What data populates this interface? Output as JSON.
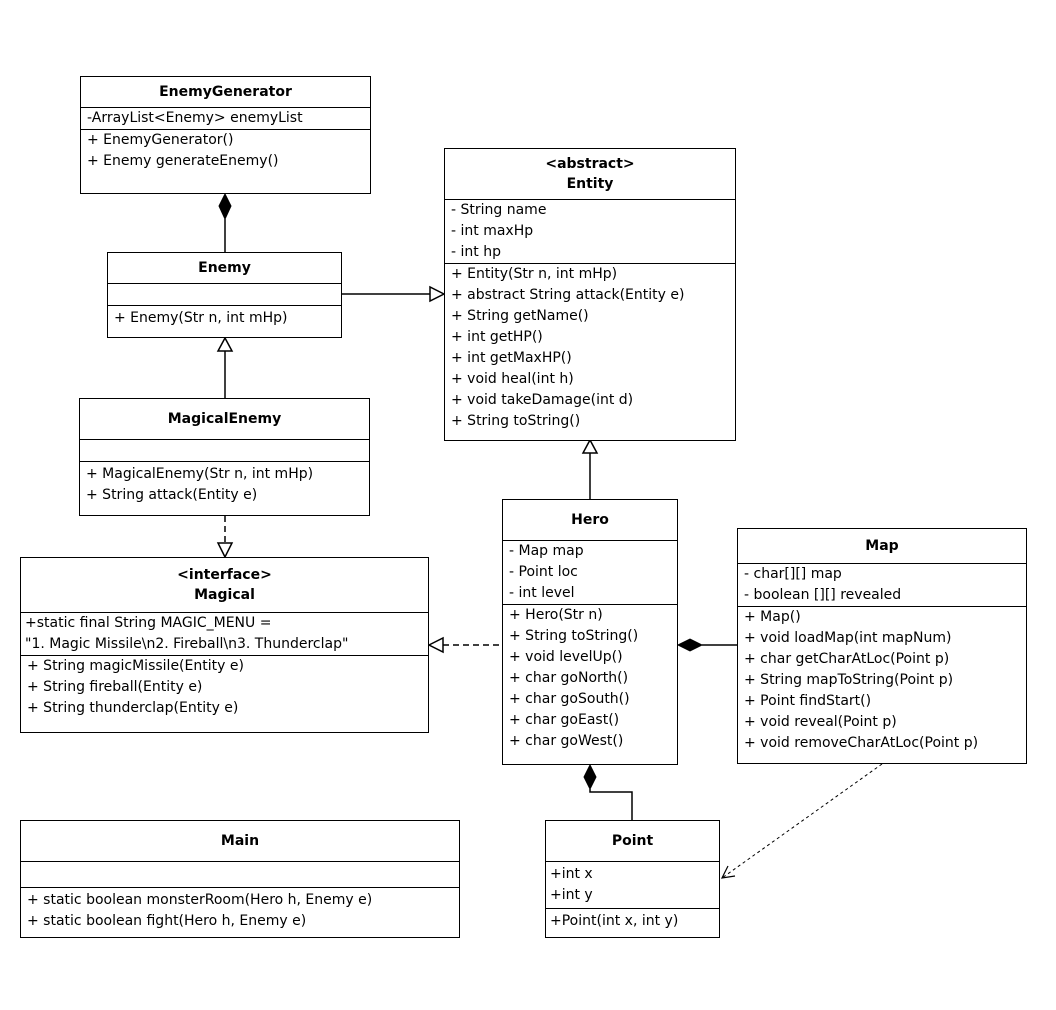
{
  "classes": {
    "enemy_generator": {
      "name": "EnemyGenerator",
      "attributes": [
        "-ArrayList<Enemy> enemyList"
      ],
      "methods": [
        "+ EnemyGenerator()",
        "+ Enemy generateEnemy()"
      ]
    },
    "entity": {
      "stereotype": "<abstract>",
      "name": "Entity",
      "attributes": [
        "- String name",
        "- int maxHp",
        "- int hp"
      ],
      "methods": [
        "+ Entity(Str n, int mHp)",
        "+ abstract String attack(Entity e)",
        "+ String getName()",
        "+ int getHP()",
        "+ int getMaxHP()",
        "+ void heal(int h)",
        "+ void takeDamage(int d)",
        "+ String toString()"
      ]
    },
    "enemy": {
      "name": "Enemy",
      "attributes": [],
      "methods": [
        "+ Enemy(Str n, int mHp)"
      ]
    },
    "magical_enemy": {
      "name": "MagicalEnemy",
      "attributes": [],
      "methods": [
        "+ MagicalEnemy(Str n, int mHp)",
        "+ String attack(Entity e)"
      ]
    },
    "hero": {
      "name": "Hero",
      "attributes": [
        "- Map map",
        "- Point loc",
        "- int level"
      ],
      "methods": [
        "+ Hero(Str n)",
        "+ String toString()",
        "+ void levelUp()",
        "+ char goNorth()",
        "+ char goSouth()",
        "+ char goEast()",
        "+ char goWest()"
      ]
    },
    "map": {
      "name": "Map",
      "attributes": [
        "- char[][] map",
        "- boolean [][] revealed"
      ],
      "methods": [
        "+ Map()",
        "+ void loadMap(int mapNum)",
        "+ char getCharAtLoc(Point p)",
        "+ String mapToString(Point p)",
        "+ Point findStart()",
        "+ void reveal(Point p)",
        "+ void removeCharAtLoc(Point p)"
      ]
    },
    "magical": {
      "stereotype": "<interface>",
      "name": "Magical",
      "attributes": [
        "+static final String MAGIC_MENU =",
        "\"1. Magic Missile\\n2. Fireball\\n3. Thunderclap\""
      ],
      "methods": [
        "+ String magicMissile(Entity e)",
        "+ String fireball(Entity e)",
        "+ String thunderclap(Entity e)"
      ]
    },
    "main": {
      "name": "Main",
      "attributes": [],
      "methods": [
        "+ static boolean monsterRoom(Hero h, Enemy e)",
        "+ static boolean fight(Hero h, Enemy e)"
      ]
    },
    "point": {
      "name": "Point",
      "attributes": [
        "+int x",
        "+int y"
      ],
      "methods": [
        "+Point(int x, int y)"
      ]
    }
  },
  "relationships": [
    {
      "from": "enemy",
      "to": "enemy_generator",
      "type": "composition"
    },
    {
      "from": "enemy",
      "to": "entity",
      "type": "inheritance"
    },
    {
      "from": "magical_enemy",
      "to": "enemy",
      "type": "inheritance"
    },
    {
      "from": "magical_enemy",
      "to": "magical",
      "type": "realization"
    },
    {
      "from": "hero",
      "to": "entity",
      "type": "inheritance"
    },
    {
      "from": "hero",
      "to": "magical",
      "type": "realization"
    },
    {
      "from": "map",
      "to": "hero",
      "type": "composition"
    },
    {
      "from": "point",
      "to": "hero",
      "type": "composition"
    },
    {
      "from": "map",
      "to": "point",
      "type": "dependency"
    }
  ],
  "colors": {
    "line": "#000000",
    "box_fill": "#ffffff",
    "background": "#ffffff"
  }
}
